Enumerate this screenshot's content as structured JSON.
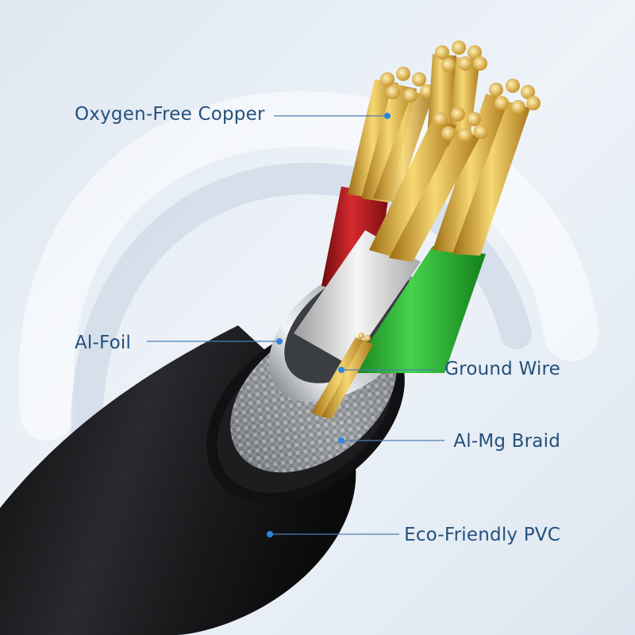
{
  "labels": {
    "copper": "Oxygen-Free Copper",
    "foil": "Al-Foil",
    "ground": "Ground Wire",
    "braid": "Al-Mg Braid",
    "pvc": "Eco-Friendly PVC"
  },
  "colors": {
    "label_text": "#24507d",
    "leader_line": "#4a7fb5",
    "dot": "#2e86de",
    "jacket": "#1c1c1e",
    "red_wire": "#b3141a",
    "green_wire": "#22b02a",
    "white_wire": "#e4e4e4",
    "copper": "#e1b53c"
  }
}
